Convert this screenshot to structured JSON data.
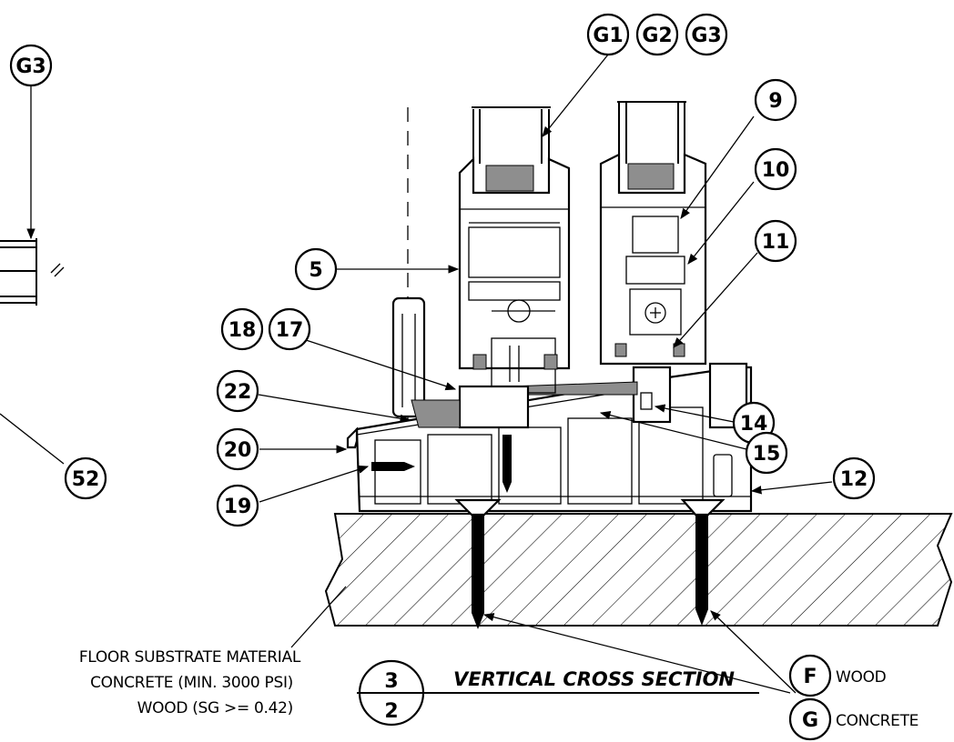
{
  "callouts": {
    "g1": "G1",
    "g2": "G2",
    "g3_top": "G3",
    "g3_left": "G3",
    "c5": "5",
    "c9": "9",
    "c10": "10",
    "c11": "11",
    "c12": "12",
    "c14": "14",
    "c15": "15",
    "c17": "17",
    "c18": "18",
    "c19": "19",
    "c20": "20",
    "c22": "22",
    "c52": "52"
  },
  "substrate_note": {
    "line1": "FLOOR SUBSTRATE MATERIAL",
    "line2": "CONCRETE (MIN. 3000 PSI)",
    "line3": "WOOD (SG >= 0.42)"
  },
  "section_title": {
    "number_top": "3",
    "number_bottom": "2",
    "label": "VERTICAL CROSS SECTION"
  },
  "legend": {
    "f_key": "F",
    "f_label": "WOOD",
    "g_key": "G",
    "g_label": "CONCRETE"
  }
}
